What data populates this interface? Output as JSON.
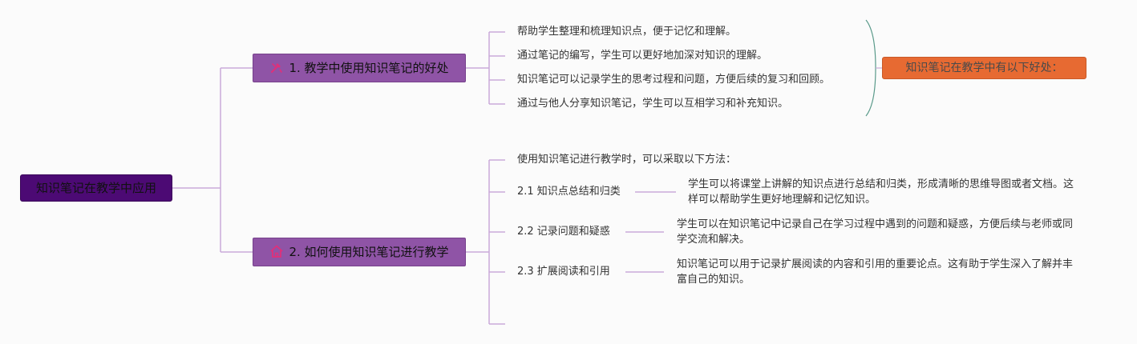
{
  "root": {
    "label": "知识笔记在教学中应用"
  },
  "topics": [
    {
      "label": "1. 教学中使用知识笔记的好处",
      "icon": "tools-icon",
      "items": [
        "帮助学生整理和梳理知识点，便于记忆和理解。",
        "通过笔记的编写，学生可以更好地加深对知识的理解。",
        "知识笔记可以记录学生的思考过程和问题，方便后续的复习和回顾。",
        "通过与他人分享知识笔记，学生可以互相学习和补充知识。"
      ],
      "summary": "知识笔记在教学中有以下好处："
    },
    {
      "label": "2. 如何使用知识笔记进行教学",
      "icon": "home-icon",
      "intro": "使用知识笔记进行教学时，可以采取以下方法：",
      "methods": [
        {
          "label": "2.1 知识点总结和归类",
          "detail": "学生可以将课堂上讲解的知识点进行总结和归类，形成清晰的思维导图或者文档。这样可以帮助学生更好地理解和记忆知识。"
        },
        {
          "label": "2.2 记录问题和疑惑",
          "detail": "学生可以在知识笔记中记录自己在学习过程中遇到的问题和疑惑，方便后续与老师或同学交流和解决。"
        },
        {
          "label": "2.3 扩展阅读和引用",
          "detail": "知识笔记可以用于记录扩展阅读的内容和引用的重要论点。这有助于学生深入了解并丰富自己的知识。"
        }
      ]
    }
  ],
  "colors": {
    "root_fill": "#4c0a74",
    "topic_fill": "#8f54a6",
    "summary_fill": "#e76a32",
    "line": "#c9a9d9",
    "brace": "#5a9a8a",
    "icon": "#e0307a"
  }
}
